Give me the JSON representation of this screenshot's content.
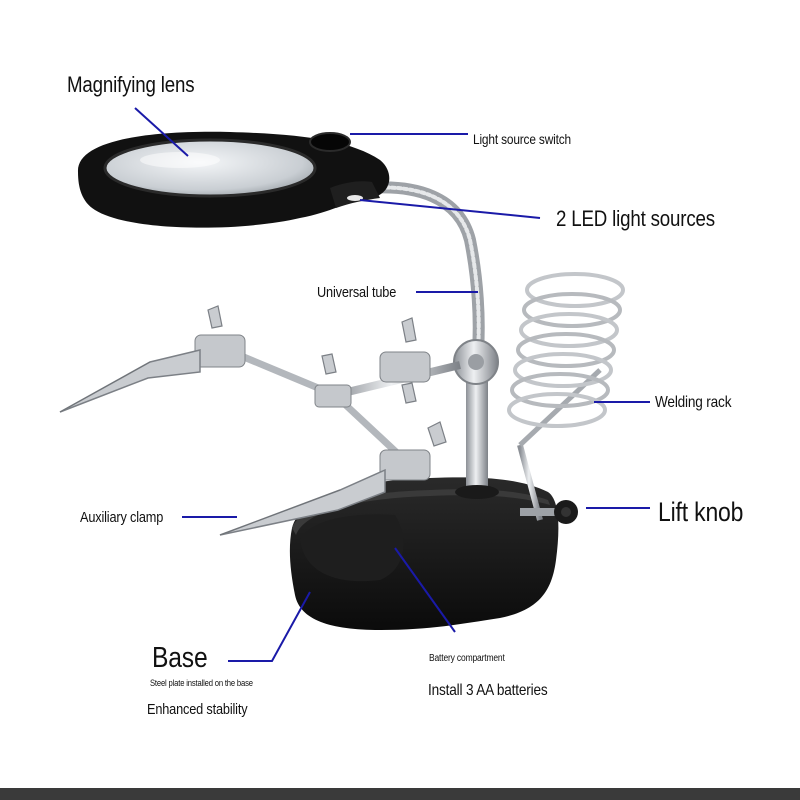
{
  "labels": {
    "magnifying_lens": "Magnifying lens",
    "light_source_switch": "Light source switch",
    "led_light_sources": "2 LED light sources",
    "universal_tube": "Universal tube",
    "welding_rack": "Welding rack",
    "auxiliary_clamp": "Auxiliary clamp",
    "lift_knob": "Lift knob",
    "base": "Base",
    "base_note": "Steel plate installed on the base",
    "enhanced_stability": "Enhanced stability",
    "battery_compartment": "Battery compartment",
    "install_batteries": "Install 3 AA batteries"
  },
  "colors": {
    "leader_line": "#1a1aa8",
    "device_black": "#141414",
    "metal": "#b9bcc0",
    "text": "#111111"
  }
}
